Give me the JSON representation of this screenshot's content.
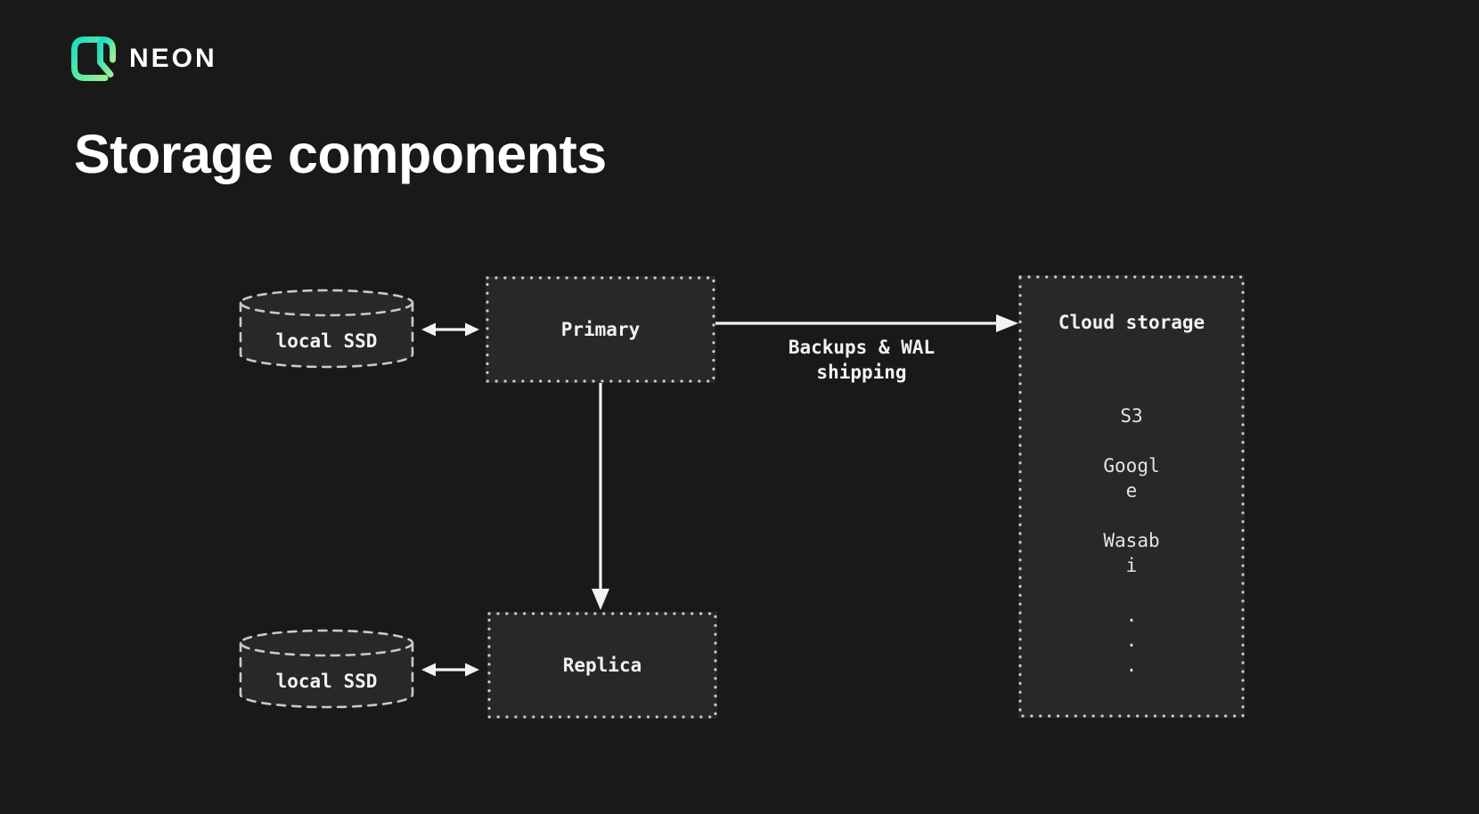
{
  "brand": {
    "name": "NEON",
    "logo_gradient_start": "#16dfc0",
    "logo_gradient_end": "#9cef92"
  },
  "title": "Storage components",
  "colors": {
    "background": "#191919",
    "box_fill": "#282828",
    "border": "#c9c9c9",
    "text": "#f2f2f2",
    "muted_text": "#e4e4e4"
  },
  "diagram": {
    "local_ssd_top": {
      "label": "local SSD"
    },
    "local_ssd_bottom": {
      "label": "local SSD"
    },
    "primary": {
      "label": "Primary"
    },
    "replica": {
      "label": "Replica"
    },
    "backup_arrow_label": "Backups & WAL\nshipping",
    "cloud": {
      "title": "Cloud storage",
      "providers": [
        "S3",
        "Google",
        "Wasabi"
      ],
      "display_lines": [
        "S3",
        "",
        "Googl",
        "e",
        "",
        "Wasab",
        "i",
        "",
        ".",
        ".",
        "."
      ]
    }
  }
}
